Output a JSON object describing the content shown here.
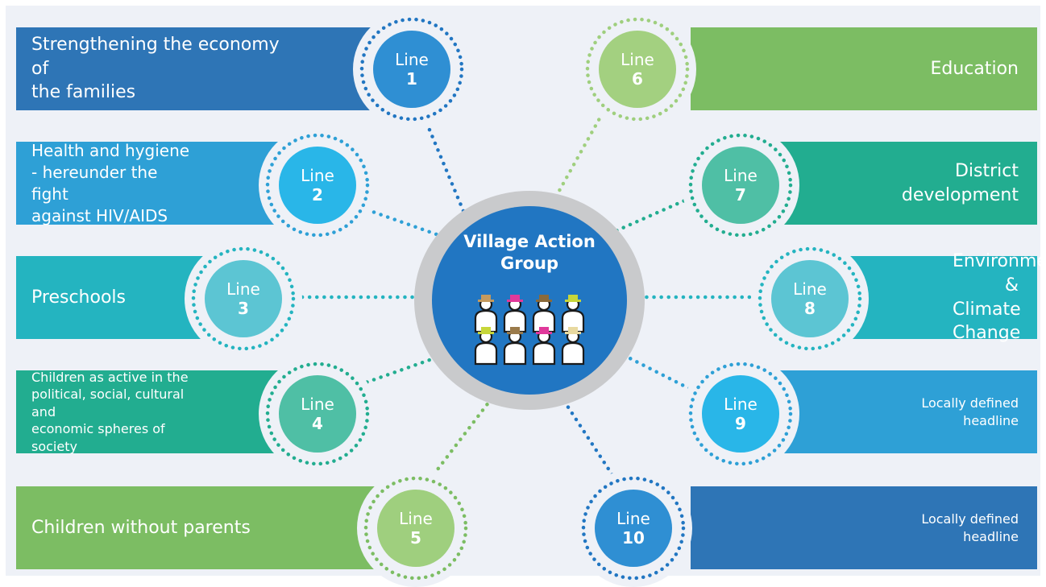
{
  "colors": {
    "background": "#eef1f7",
    "hub": "#2176c2",
    "hub_ring": "#c9cacc",
    "blue_dark": "#2e75b6",
    "blue_mid": "#2ea0d6",
    "cyan_bright": "#29b6e8",
    "teal": "#24b4c0",
    "teal_green": "#22ad90",
    "green": "#7cbd63",
    "green_light": "#9fcf7e"
  },
  "hub": {
    "title_line1": "Village Action",
    "title_line2": "Group",
    "icon": "group-of-people-icon"
  },
  "lines": [
    {
      "id": 1,
      "prefix": "Line",
      "number": "1",
      "text": [
        "Strengthening the economy of",
        "the families"
      ]
    },
    {
      "id": 2,
      "prefix": "Line",
      "number": "2",
      "text": [
        "Health and hygiene",
        "- hereunder the fight",
        "against HIV/AIDS"
      ]
    },
    {
      "id": 3,
      "prefix": "Line",
      "number": "3",
      "text": [
        "Preschools"
      ]
    },
    {
      "id": 4,
      "prefix": "Line",
      "number": "4",
      "text": [
        "Children as active in the",
        "political, social, cultural and",
        "economic spheres of society"
      ]
    },
    {
      "id": 5,
      "prefix": "Line",
      "number": "5",
      "text": [
        "Children without parents"
      ]
    },
    {
      "id": 6,
      "prefix": "Line",
      "number": "6",
      "text": [
        "Education"
      ]
    },
    {
      "id": 7,
      "prefix": "Line",
      "number": "7",
      "text": [
        "District",
        "development"
      ]
    },
    {
      "id": 8,
      "prefix": "Line",
      "number": "8",
      "text": [
        "Environment &",
        "Climate Change"
      ]
    },
    {
      "id": 9,
      "prefix": "Line",
      "number": "9",
      "text": [
        "Locally defined",
        "headline"
      ]
    },
    {
      "id": 10,
      "prefix": "Line",
      "number": "10",
      "text": [
        "Locally defined",
        "headline"
      ]
    }
  ]
}
